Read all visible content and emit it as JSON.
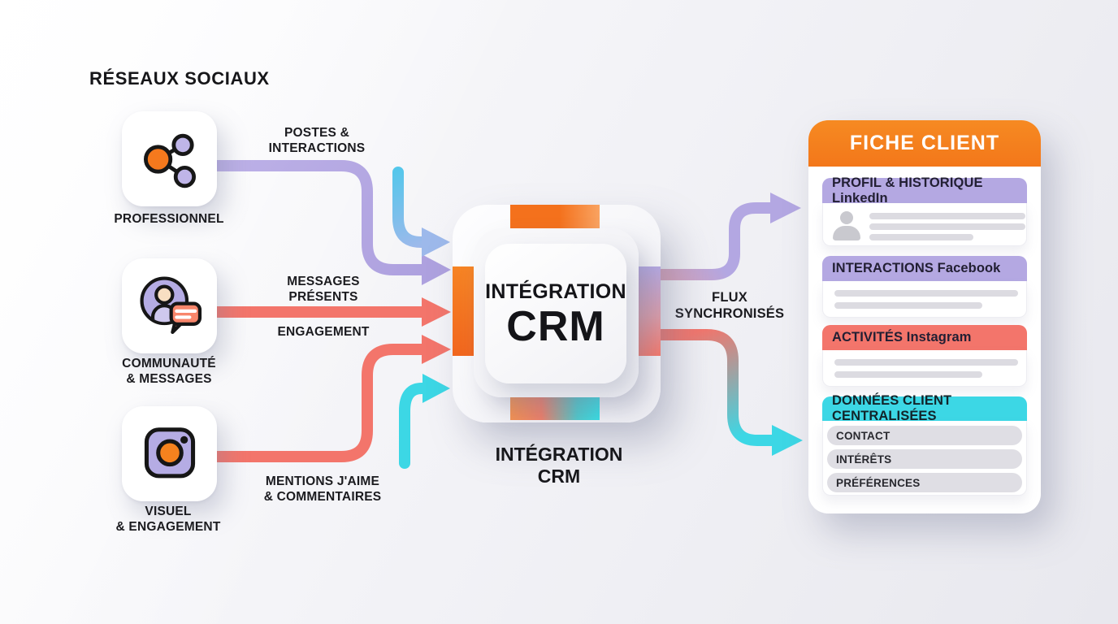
{
  "title": "RÉSEAUX SOCIAUX",
  "sources": {
    "professional": {
      "label": "PROFESSIONNEL",
      "icon": "share-network-icon"
    },
    "community": {
      "label": "COMMUNAUTÉ\n& MESSAGES",
      "icon": "community-chat-icon"
    },
    "visual": {
      "label": "VISUEL\n& ENGAGEMENT",
      "icon": "instagram-camera-icon"
    }
  },
  "flows": {
    "posts": "POSTES &\nINTERACTIONS",
    "messages": "MESSAGES\nPRÉSENTS",
    "engagement": "ENGAGEMENT",
    "mentions": "MENTIONS J'AIME\n& COMMENTAIRES",
    "sync": "FLUX\nSYNCHRONISÉS"
  },
  "crm": {
    "title_line1": "INTÉGRATION",
    "title_line2": "CRM",
    "caption": "INTÉGRATION\nCRM"
  },
  "fiche": {
    "title": "FICHE CLIENT",
    "sections": [
      {
        "title": "PROFIL & HISTORIQUE LinkedIn",
        "accent": "#B4A8E2"
      },
      {
        "title": "INTERACTIONS Facebook",
        "accent": "#B4A8E2"
      },
      {
        "title": "ACTIVITÉS Instagram",
        "accent": "#F3756B"
      },
      {
        "title": "DONNÉES CLIENT CENTRALISÉES",
        "accent": "#3CD7E5",
        "items": [
          "CONTACT",
          "INTÉRÊTS",
          "PRÉFÉRENCES"
        ]
      }
    ]
  },
  "colors": {
    "orange": "#F5791D",
    "header_orange": "#F3771A",
    "purple": "#B4A8E2",
    "salmon": "#F3756B",
    "teal": "#3CD7E5",
    "light_blue": "#9DB9EB",
    "text": "#1B1B1F"
  }
}
